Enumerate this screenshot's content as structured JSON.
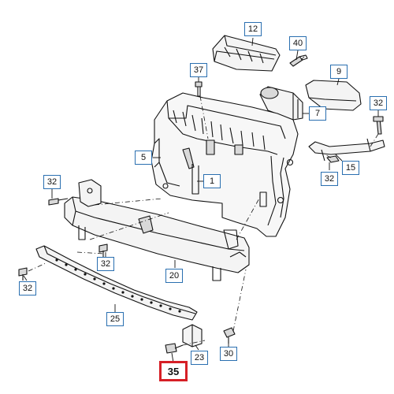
{
  "callouts": [
    {
      "id": "12",
      "label": "12"
    },
    {
      "id": "40",
      "label": "40"
    },
    {
      "id": "37",
      "label": "37"
    },
    {
      "id": "9",
      "label": "9"
    },
    {
      "id": "32a",
      "label": "32"
    },
    {
      "id": "7",
      "label": "7"
    },
    {
      "id": "5",
      "label": "5"
    },
    {
      "id": "15",
      "label": "15"
    },
    {
      "id": "32b",
      "label": "32"
    },
    {
      "id": "1",
      "label": "1"
    },
    {
      "id": "32c",
      "label": "32"
    },
    {
      "id": "32d",
      "label": "32"
    },
    {
      "id": "20",
      "label": "20"
    },
    {
      "id": "32e",
      "label": "32"
    },
    {
      "id": "25",
      "label": "25"
    },
    {
      "id": "23",
      "label": "23"
    },
    {
      "id": "30",
      "label": "30"
    },
    {
      "id": "35",
      "label": "35"
    }
  ],
  "highlight": {
    "callout": "35",
    "color": "#d61f26"
  },
  "colors": {
    "line": "#111111",
    "callout_border": "#2a6fb0",
    "part_fill": "#f4f4f4",
    "part_shade": "#d9d9d9"
  }
}
